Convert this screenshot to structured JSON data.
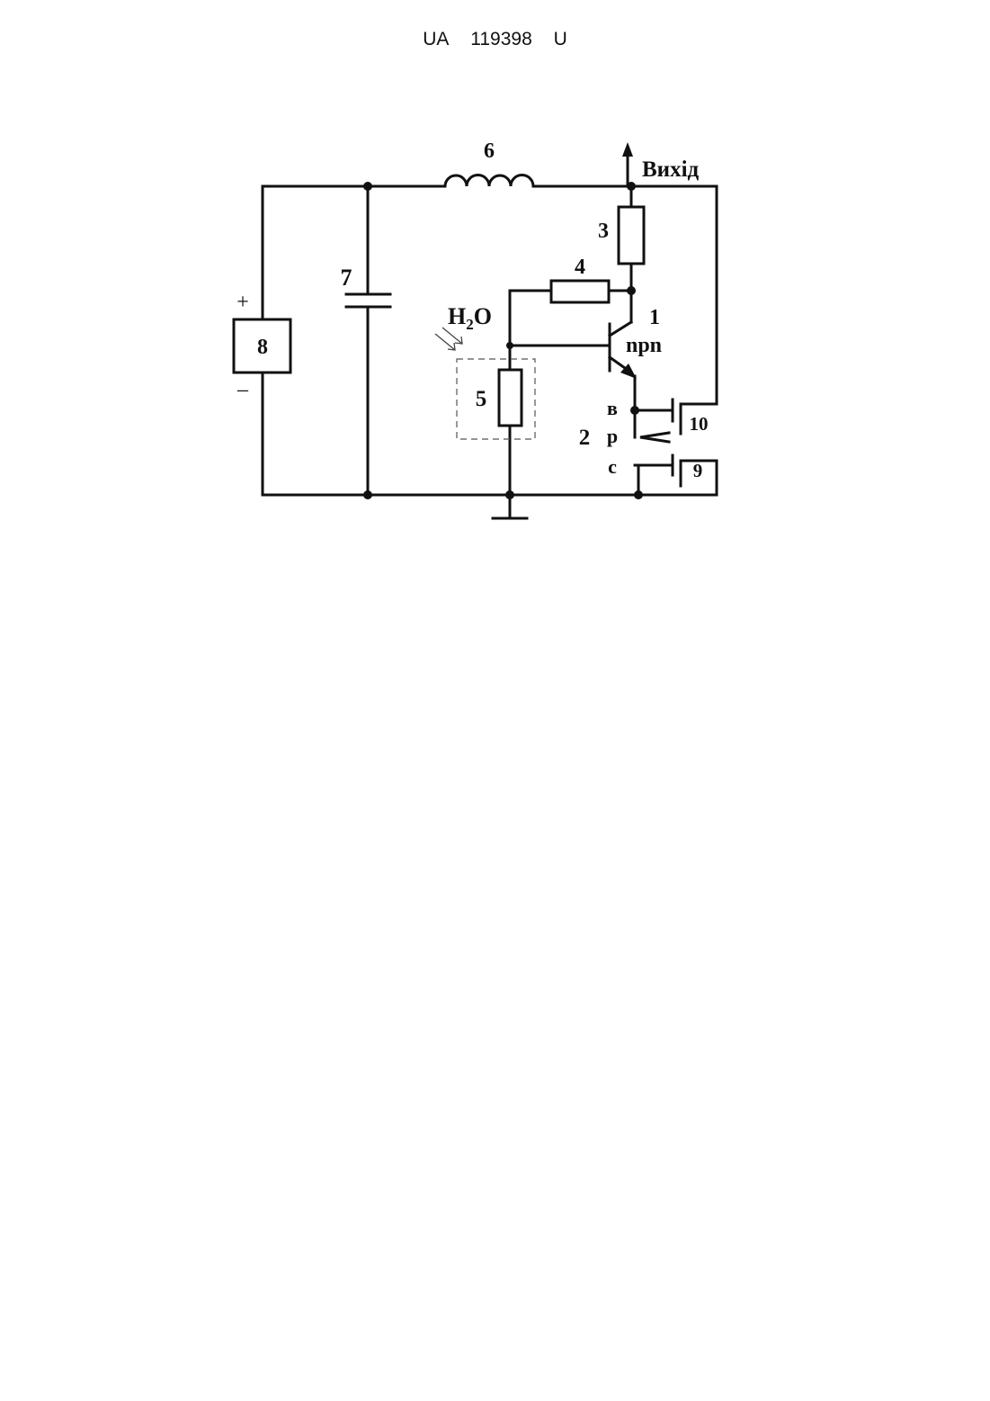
{
  "header": {
    "country": "UA",
    "number": "119398",
    "kind": "U"
  },
  "diagram": {
    "labels": {
      "inductor": "6",
      "output": "Вихід",
      "resistor_collector": "3",
      "resistor_feedback": "4",
      "capacitor": "7",
      "transistor_number": "1",
      "transistor_type": "npn",
      "water": "H",
      "water_sub": "2",
      "water_end": "O",
      "sensor": "5",
      "source": "8",
      "plus": "+",
      "minus": "–",
      "cell": "2",
      "layer_b": "в",
      "layer_p": "р",
      "layer_c": "с",
      "contact_10": "10",
      "contact_9": "9"
    }
  }
}
